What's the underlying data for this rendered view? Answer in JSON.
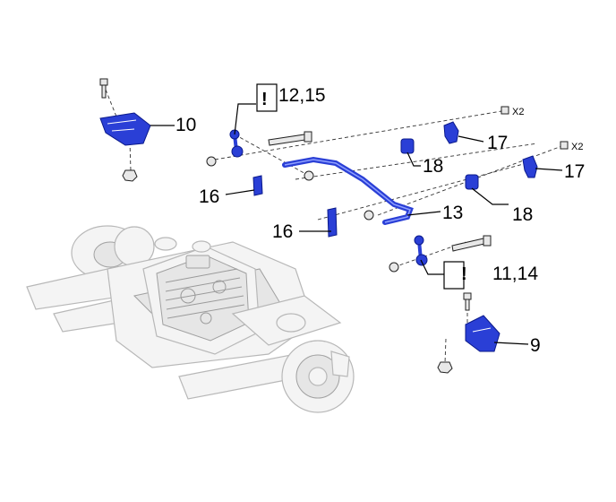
{
  "callouts": {
    "c9": "9",
    "c10": "10",
    "c11_14": "11,14",
    "c12_15": "12,15",
    "c13": "13",
    "c16a": "16",
    "c16b": "16",
    "c17a": "17",
    "c17b": "17",
    "c18a": "18",
    "c18b": "18"
  },
  "notes": {
    "caution_mark": "!",
    "qty_a": "X2",
    "qty_b": "X2"
  },
  "colors": {
    "highlight_part": "#2a3fd6",
    "ghost_assembly": "#b8b8b8",
    "background": "#ffffff"
  }
}
